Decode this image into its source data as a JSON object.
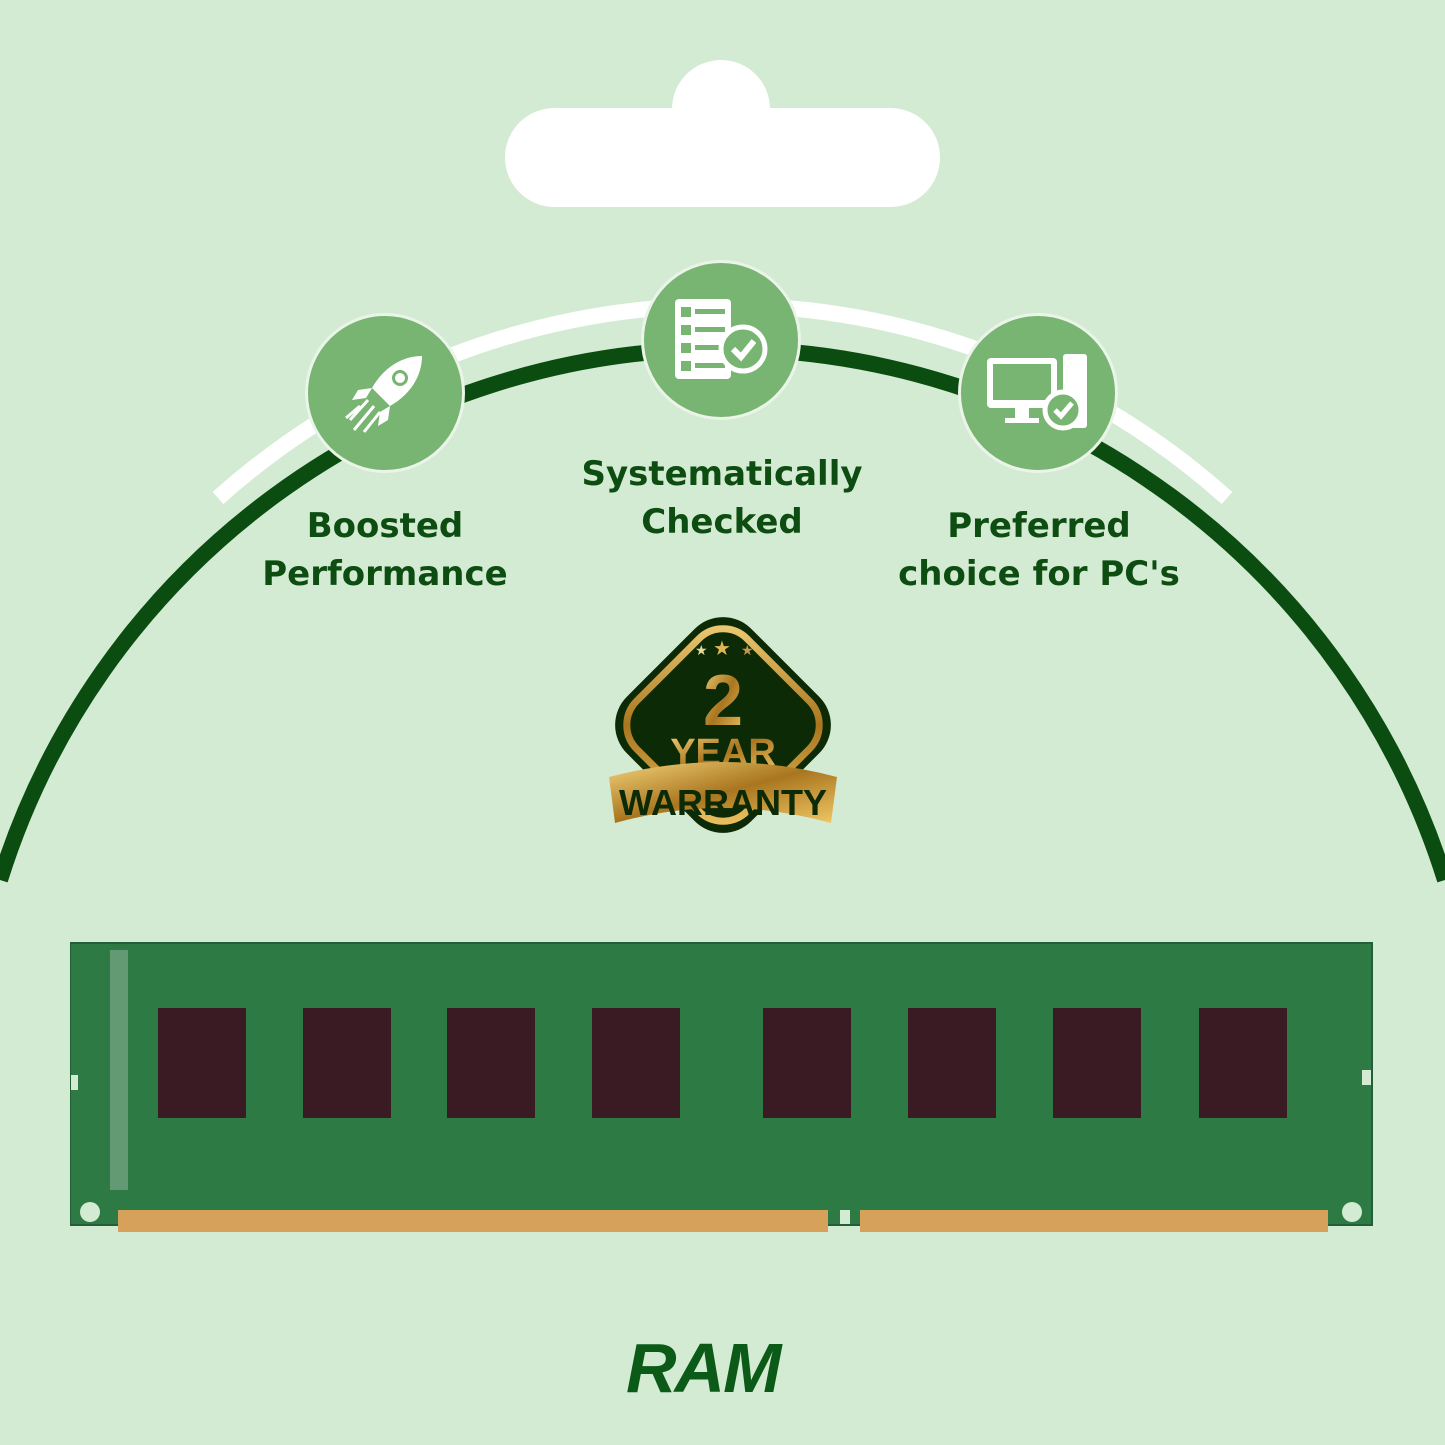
{
  "features": [
    {
      "icon": "rocket-icon",
      "label_line1": "Boosted",
      "label_line2": "Performance"
    },
    {
      "icon": "checklist-icon",
      "label_line1": "Systematically",
      "label_line2": "Checked"
    },
    {
      "icon": "computer-check-icon",
      "label_line1": "Preferred",
      "label_line2": "choice for PC's"
    }
  ],
  "badge": {
    "number": "2",
    "line": "YEAR",
    "ribbon": "WARRANTY",
    "stars": 3
  },
  "brand": "RAM",
  "colors": {
    "background": "#d4ebd3",
    "accent": "#78b472",
    "text": "#0e4d12",
    "gold": "#d4a63c"
  }
}
